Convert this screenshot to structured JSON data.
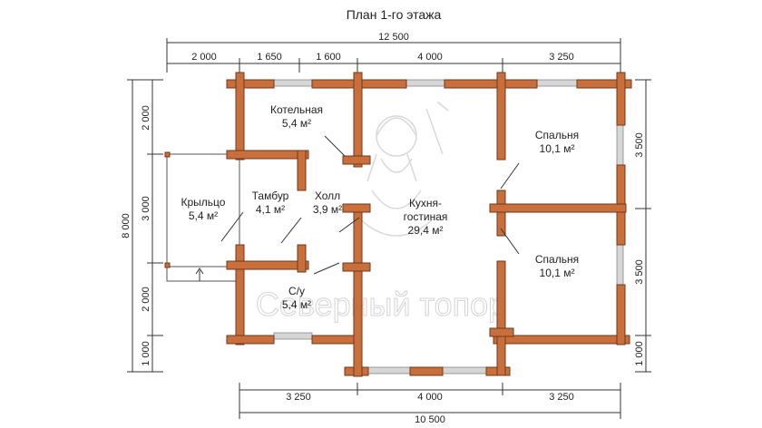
{
  "title": "План 1-го этажа",
  "watermark": "Северный топор",
  "colors": {
    "wall": "#c96f3b",
    "wall_stroke": "#6d3a1c",
    "window": "#cfcfcf",
    "line": "#333333"
  },
  "dimensions": {
    "top_total": "12 500",
    "top": [
      "2 000",
      "1 650",
      "1 600",
      "4 000",
      "3 250"
    ],
    "left_total": "8 000",
    "left": [
      "2 000",
      "3 000",
      "2 000",
      "1 000"
    ],
    "right": [
      "3 500",
      "3 500",
      "1 000"
    ],
    "bottom": [
      "3 250",
      "4 000",
      "3 250"
    ],
    "bottom_total": "10 500"
  },
  "rooms": [
    {
      "name": "Котельная",
      "area": "5,4 м²"
    },
    {
      "name": "Спальня",
      "area": "10,1 м²"
    },
    {
      "name": "Тамбур",
      "area": "4,1 м²"
    },
    {
      "name": "Холл",
      "area": "3,9 м²"
    },
    {
      "name_line1": "Кухня-",
      "name_line2": "гостиная",
      "area": "29,4 м²"
    },
    {
      "name": "Крыльцо",
      "area": "5,4 м²"
    },
    {
      "name": "Спальня",
      "area": "10,1 м²"
    },
    {
      "name": "С/у",
      "area": "5,4 м²"
    }
  ]
}
